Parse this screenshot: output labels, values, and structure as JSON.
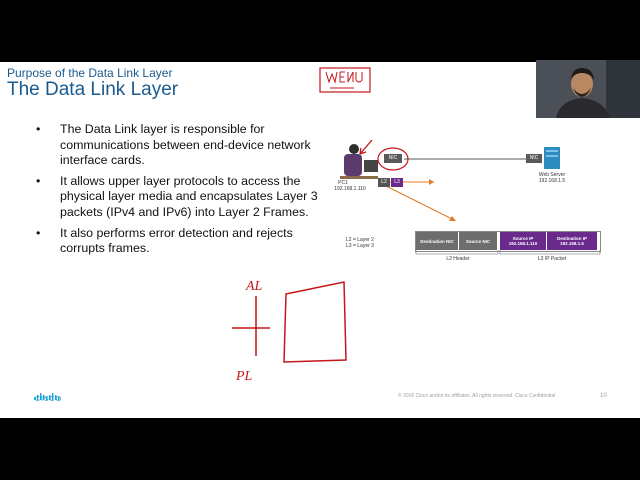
{
  "slide": {
    "subtitle": "Purpose of the Data Link Layer",
    "title": "The Data Link Layer",
    "bullets": [
      "The Data Link layer is responsible for communications between end-device network interface cards.",
      "It allows upper layer protocols to access the physical layer media and encapsulates Layer 3 packets (IPv4 and IPv6) into Layer 2 Frames.",
      "It also performs error detection and rejects corrupts frames."
    ],
    "footer_copy": "© 2016 Cisco and/or its affiliates. All rights reserved.   Cisco Confidential",
    "page_number": "10",
    "logo_text": "CISCO"
  },
  "diagram": {
    "pc_name": "PC1",
    "pc_ip": "192.168.1.110",
    "nic_label": "NIC",
    "server_nic_label": "NIC",
    "server_name": "Web Server",
    "server_ip": "192.168.1.5",
    "l2_tag": "L2",
    "l3_tag": "L3",
    "legend_l2": "L2 = Layer 2",
    "legend_l3": "L3 = Layer 3",
    "frame": {
      "destination_nic": "Destination NIC",
      "source_nic": "Source NIC",
      "source_ip": "Source IP",
      "source_ip_value": "192.168.1.110",
      "destination_ip": "Destination IP",
      "destination_ip_value": "192.168.1.5",
      "l2_header_label": "L2 Header",
      "l3_packet_label": "L3 IP Packet"
    }
  },
  "annotations": {
    "menu_scribble": "MENU",
    "al_label": "AL",
    "pl_label": "PL"
  },
  "colors": {
    "title_blue": "#1b5a8e",
    "frame_gray": "#6d6d6d",
    "frame_purple": "#6a2a8c",
    "annotation_red": "#c4161c",
    "arrow_orange": "#e07b2a"
  }
}
